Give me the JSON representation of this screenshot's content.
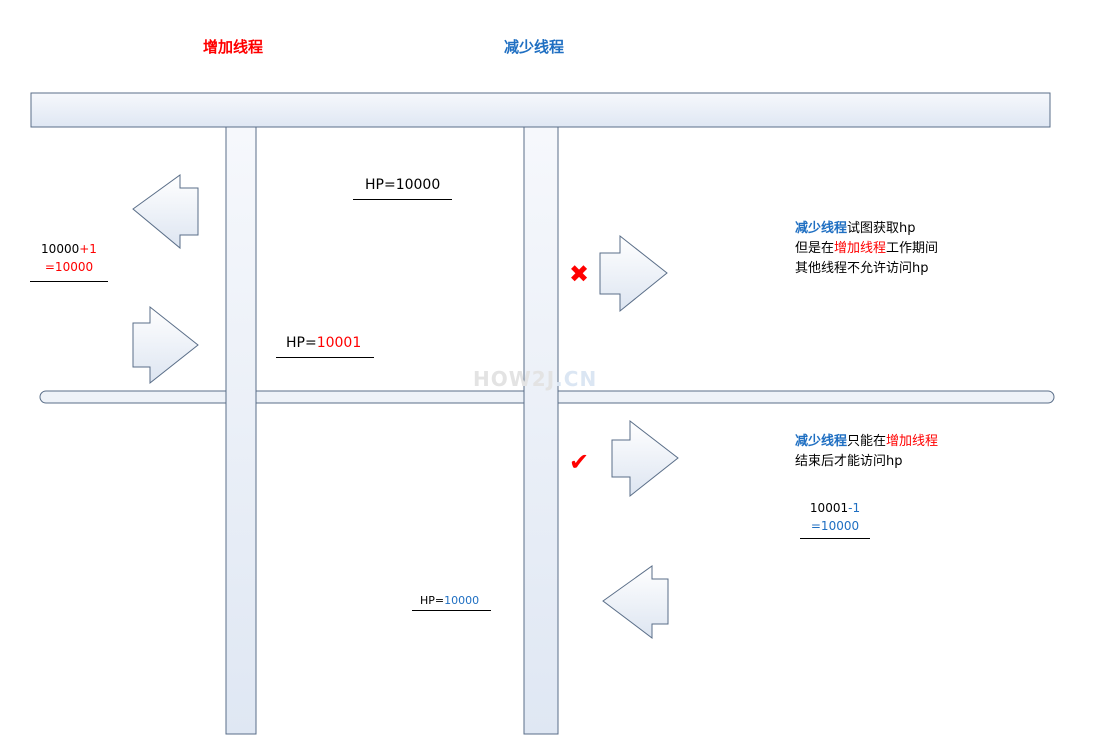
{
  "headers": {
    "increase_thread": "增加线程",
    "decrease_thread": "减少线程"
  },
  "labels": {
    "hp_top": "HP=10000",
    "hp_mid_prefix": "HP=",
    "hp_mid_value": "10001",
    "hp_bottom_prefix": "HP=",
    "hp_bottom_value": "10000"
  },
  "calc_left": {
    "base": "10000",
    "op": "+1",
    "result": "=10000"
  },
  "calc_right": {
    "base": "10001",
    "op": "-1",
    "result": "=10000"
  },
  "note_top": {
    "actor": "减少线程",
    "line1_rest": "试图获取hp",
    "line2_prefix": "但是在",
    "line2_highlight": "增加线程",
    "line2_suffix": "工作期间",
    "line3": "其他线程不允许访问hp"
  },
  "note_bottom": {
    "actor": "减少线程",
    "line1_mid": "只能在",
    "line1_highlight": "增加线程",
    "line2": "结束后才能访问hp"
  },
  "watermark": {
    "main": "HOW2J",
    "suffix": ".CN"
  },
  "icons": {
    "deny": "cross-icon",
    "allow": "check-icon"
  },
  "colors": {
    "red": "#ff0000",
    "blue": "#1f6fc2",
    "bar_fill": "#e8eef8",
    "bar_stroke": "#5a6e88"
  }
}
